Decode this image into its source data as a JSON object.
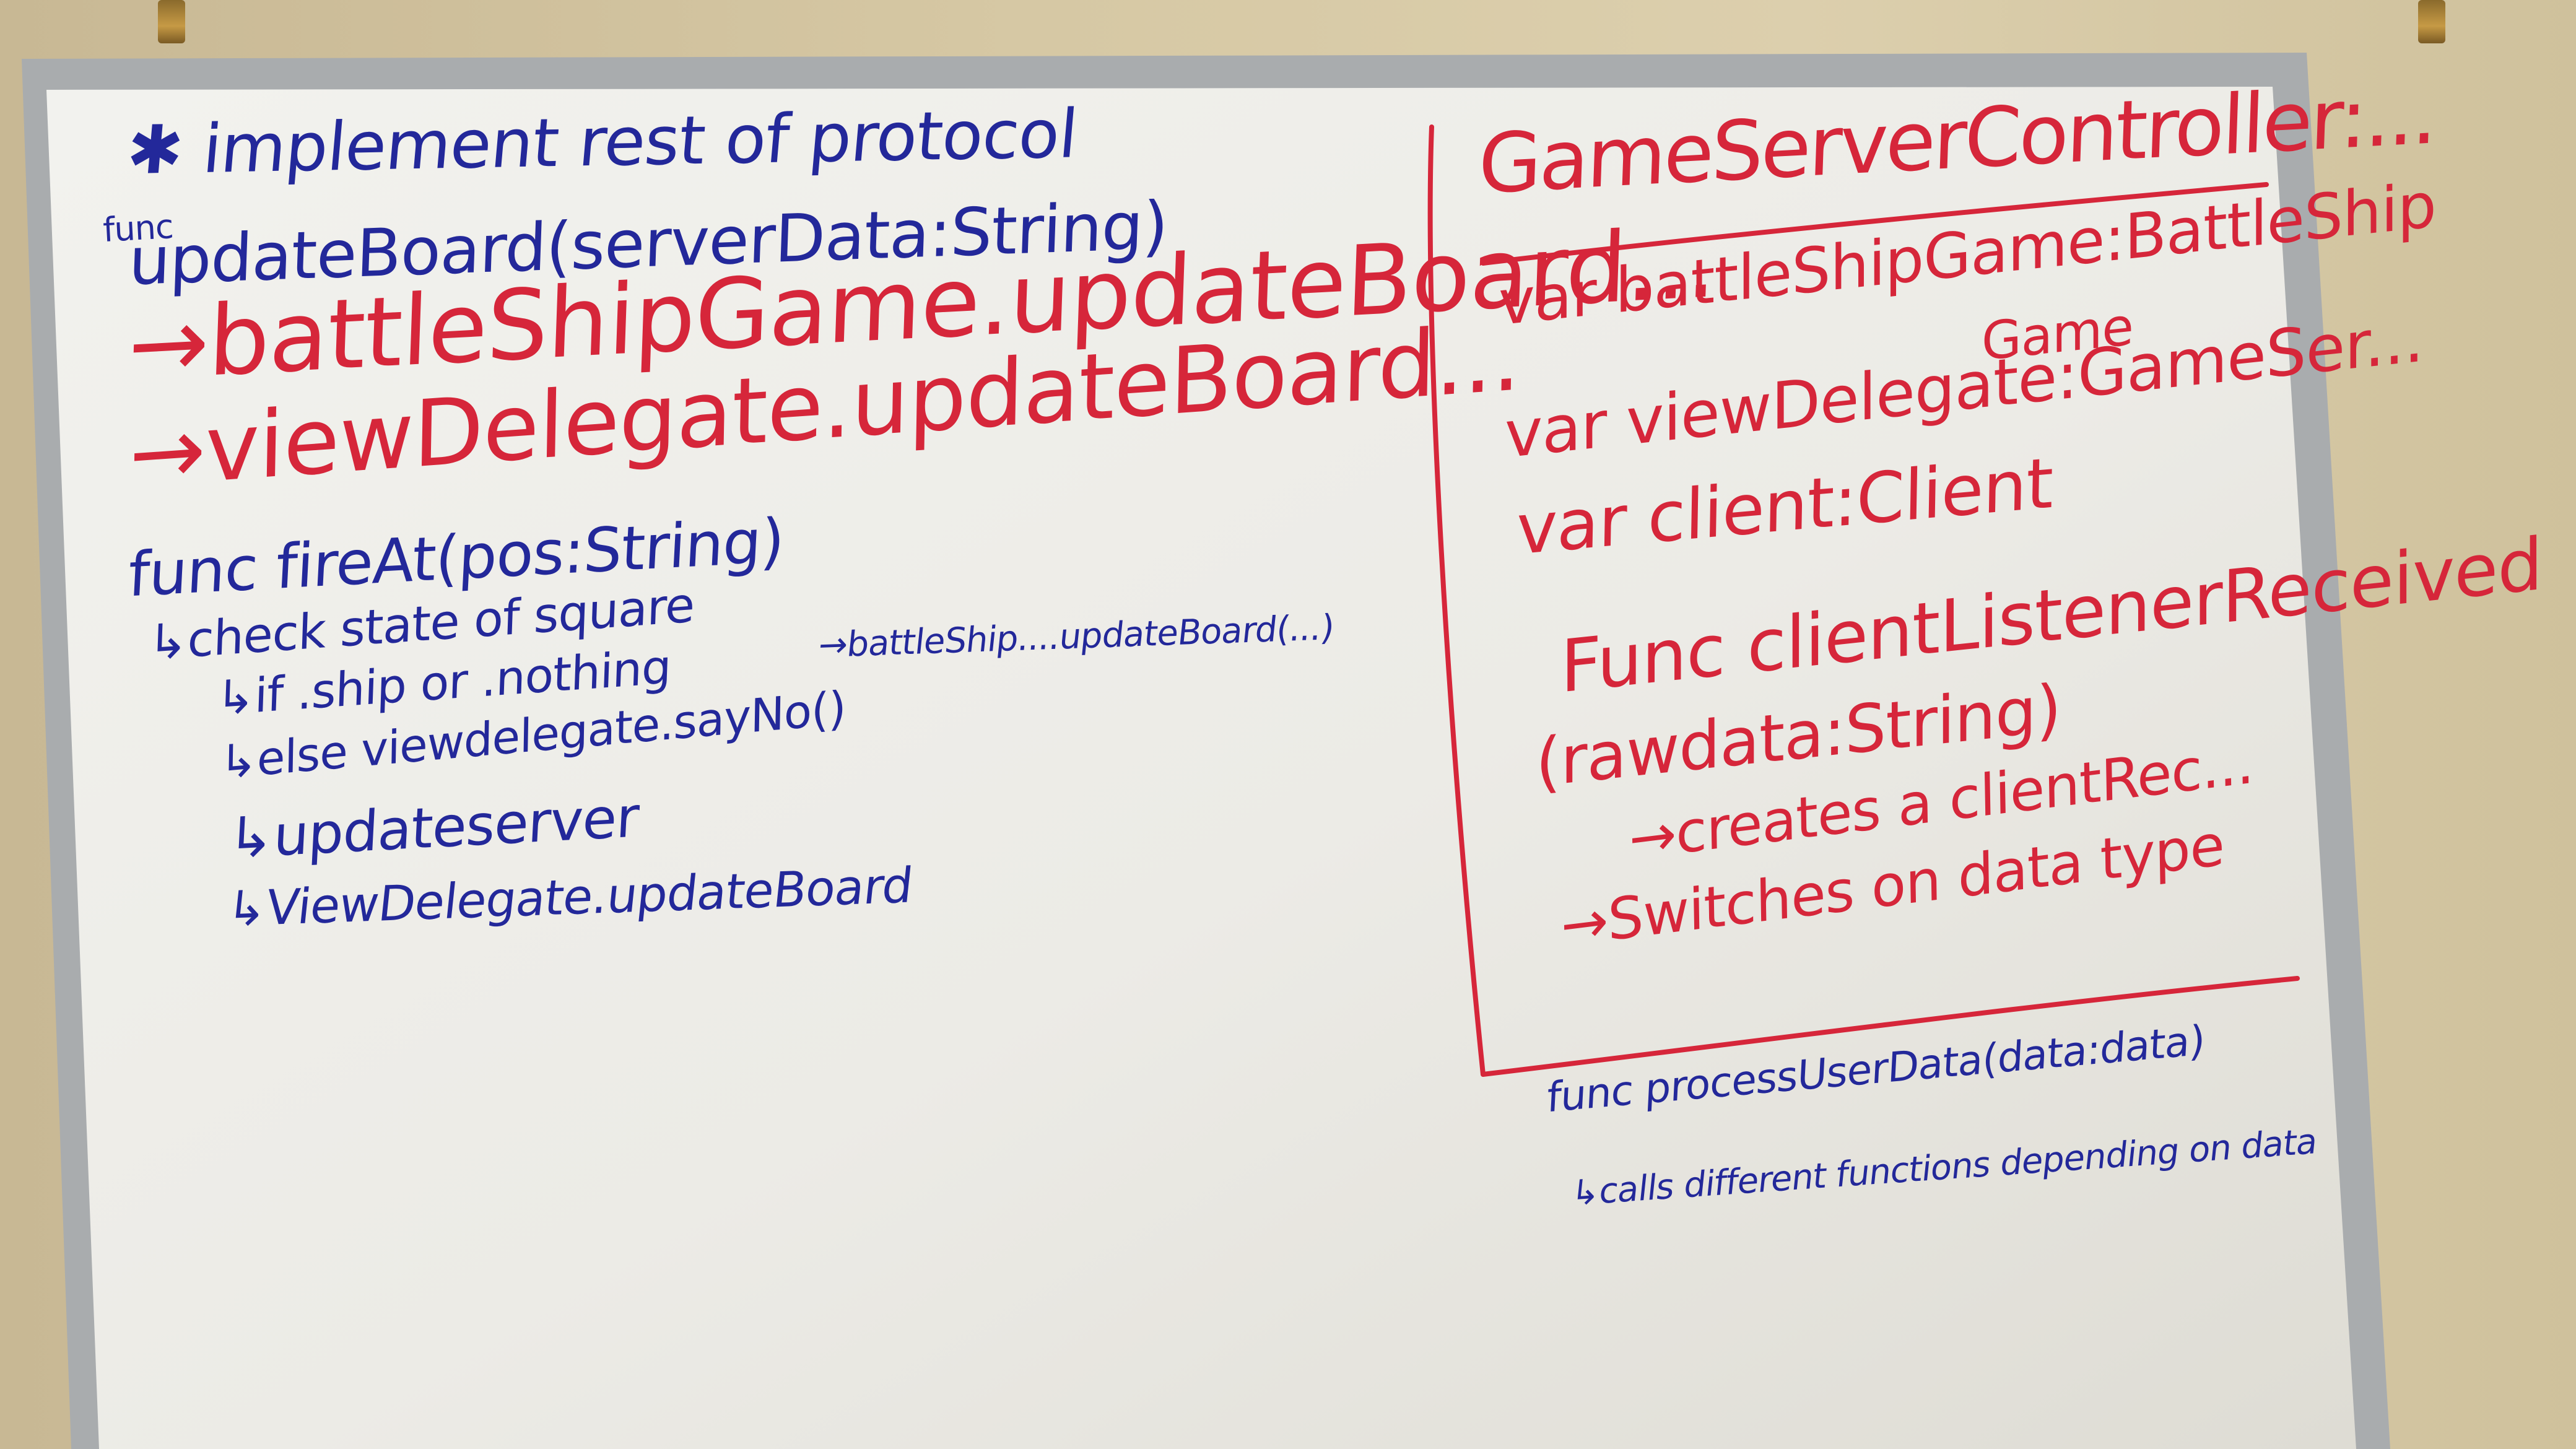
{
  "whiteboard": {
    "left_notes": {
      "implement": "✱ implement rest of protocol",
      "func_small": "func",
      "update_board": "updateBoard(serverData:String)",
      "battleship_update": "→battleShipGame.updateBoard...",
      "view_update": "→viewDelegate.updateBoard...",
      "fire_at": "func fireAt(pos:String)",
      "check_state": "↳check state of square",
      "if_ship": "↳if .ship or .nothing",
      "battleship_small": "→battleShip....updateBoard(...)",
      "else": "↳else viewdelegate.sayNo()",
      "update_server": "↳updateserver",
      "view_update_small": "↳ViewDelegate.updateBoard"
    },
    "right_notes": {
      "controller": "GameServerController:...",
      "var_battleship": "var battleShipGame:BattleShip",
      "game": "Game",
      "var_view": "var viewDelegate:GameSer...",
      "var_client": "var client:Client",
      "func_client": "Func clientListenerReceived",
      "rawdata": "(rawdata:String)",
      "creates": "→creates a clientRec...",
      "switches": "→Switches on data type"
    },
    "bottom_notes": {
      "process": "func processUserData(data:data)",
      "calls": "↳calls different functions depending on data"
    }
  },
  "colors": {
    "blue_marker": "#23289a",
    "red_marker": "#d6263a",
    "wall": "#d2c5a0",
    "board_frame": "#a9acae",
    "board_surface": "#efefeb"
  }
}
